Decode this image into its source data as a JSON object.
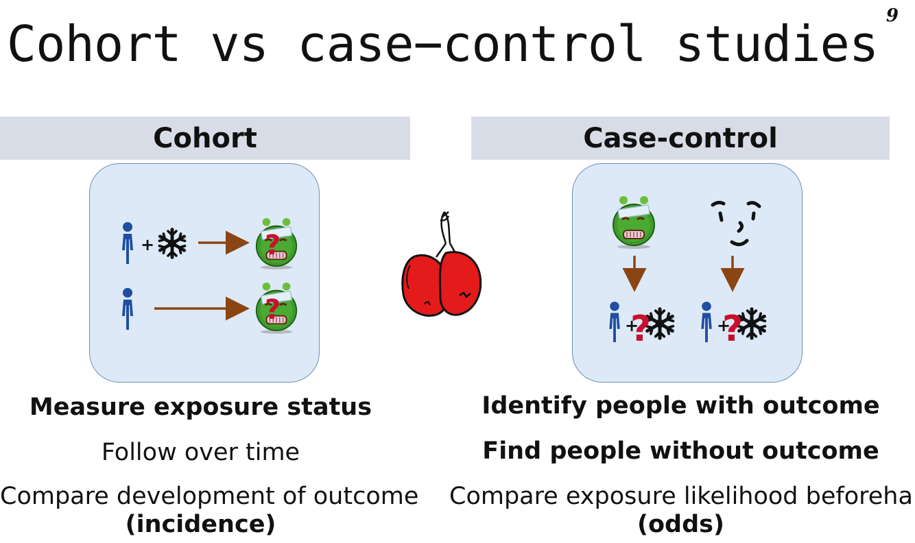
{
  "slide": {
    "number": "9",
    "title": "Cohort vs case−control studies"
  },
  "cohort": {
    "header": "Cohort",
    "lines": {
      "measure": "Measure exposure status",
      "follow": "Follow over time",
      "compare": "Compare development of outcome",
      "measure_term": "(incidence)"
    },
    "diagram": {
      "plus": "+",
      "question": "?"
    }
  },
  "case_control": {
    "header": "Case-control",
    "lines": {
      "identify": "Identify people with outcome",
      "find": "Find people without outcome",
      "compare": "Compare exposure likelihood beforehand",
      "measure_term": "(odds)"
    },
    "diagram": {
      "plus": "+",
      "question": "?"
    }
  },
  "icons": {
    "person": "person-icon",
    "exposure": "snowflake-icon",
    "outcome": "sick-face-icon",
    "healthy": "neutral-face-icon",
    "versus": "boxing-gloves-icon"
  },
  "colors": {
    "header_bg": "#d8dce7",
    "box_bg": "#dde9f6",
    "box_border": "#6d8db3",
    "arrow": "#8b4513",
    "person": "#1f4fa0",
    "question": "#c8102e",
    "glove": "#e31b1b"
  }
}
